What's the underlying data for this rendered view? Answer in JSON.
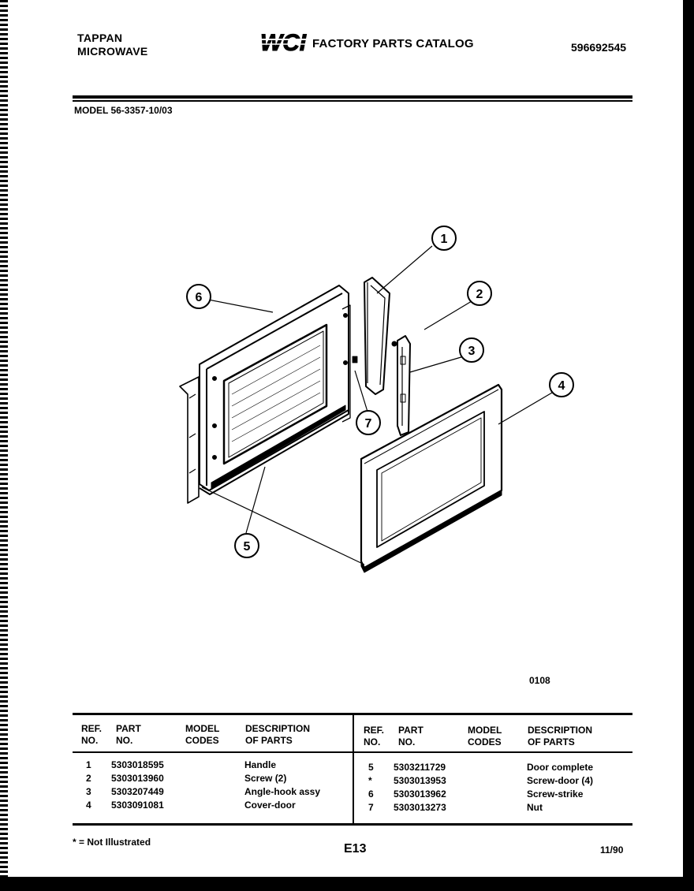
{
  "header": {
    "brand_line1": "TAPPAN",
    "brand_line2": "MICROWAVE",
    "logo_text": "WCI",
    "catalog_title": "FACTORY PARTS CATALOG",
    "catalog_number": "596692545",
    "model": "MODEL 56-3357-10/03"
  },
  "diagram": {
    "callouts": [
      "1",
      "2",
      "3",
      "4",
      "5",
      "6",
      "7"
    ],
    "figure_code": "0108"
  },
  "table": {
    "headers": {
      "ref_1": "REF.",
      "ref_2": "NO.",
      "part_1": "PART",
      "part_2": "NO.",
      "model_1": "MODEL",
      "model_2": "CODES",
      "desc_1": "DESCRIPTION",
      "desc_2": "OF PARTS"
    },
    "left_rows": [
      {
        "ref": "1",
        "part": "5303018595",
        "codes": "",
        "desc": "Handle"
      },
      {
        "ref": "2",
        "part": "5303013960",
        "codes": "",
        "desc": "Screw (2)"
      },
      {
        "ref": "3",
        "part": "5303207449",
        "codes": "",
        "desc": "Angle-hook assy"
      },
      {
        "ref": "4",
        "part": "5303091081",
        "codes": "",
        "desc": "Cover-door"
      }
    ],
    "right_rows": [
      {
        "ref": "5",
        "part": "5303211729",
        "codes": "",
        "desc": "Door complete"
      },
      {
        "ref": "*",
        "part": "5303013953",
        "codes": "",
        "desc": "Screw-door (4)"
      },
      {
        "ref": "6",
        "part": "5303013962",
        "codes": "",
        "desc": "Screw-strike"
      },
      {
        "ref": "7",
        "part": "5303013273",
        "codes": "",
        "desc": "Nut"
      }
    ]
  },
  "footer": {
    "note": "* = Not Illustrated",
    "page": "E13",
    "date": "11/90"
  }
}
